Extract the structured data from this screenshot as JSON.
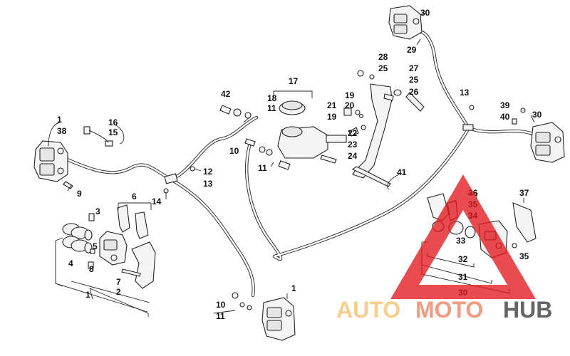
{
  "callouts": {
    "c1a": "1",
    "c38": "38",
    "c16": "16",
    "c15": "15",
    "c9": "9",
    "c3": "3",
    "c6": "6",
    "c4": "4",
    "c5": "5",
    "c8": "8",
    "c7": "7",
    "c2": "2",
    "c1b": "1",
    "c14": "14",
    "c12": "12",
    "c13a": "13",
    "c42": "42",
    "c18": "18",
    "c17": "17",
    "c11a": "11",
    "c10a": "10",
    "c11b": "11",
    "c21": "21",
    "c19a": "19",
    "c20": "20",
    "c19b": "19",
    "c22": "22",
    "c23": "23",
    "c24": "24",
    "c28": "28",
    "c25a": "25",
    "c27": "27",
    "c25b": "25",
    "c26": "26",
    "c30a": "30",
    "c29": "29",
    "c13b": "13",
    "c39": "39",
    "c40": "40",
    "c30b": "30",
    "c41": "41",
    "c36": "36",
    "c35a": "35",
    "c34": "34",
    "c37": "37",
    "c33": "33",
    "c32": "32",
    "c35b": "35",
    "c31": "31",
    "c30c": "30",
    "c1c": "1",
    "c10b": "10",
    "c11c": "11"
  },
  "watermark": {
    "part1": "AUTO",
    "part2": "MOTO",
    "part3": "HUB",
    "color1": "#f4c77a",
    "color2": "#f08a6a",
    "color3": "#4a4a4a",
    "triangle_color": "#e2161b"
  }
}
